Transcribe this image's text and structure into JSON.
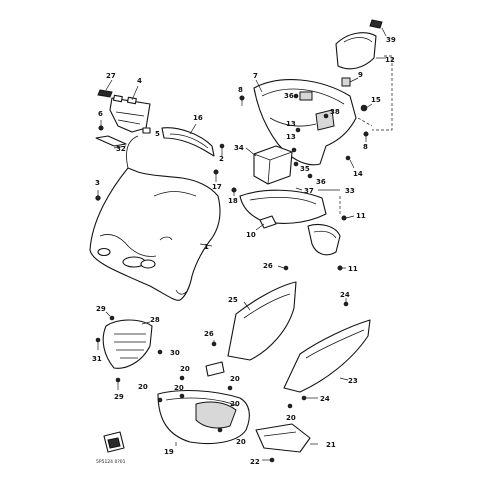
{
  "diagram_code": "5P5124 0?01",
  "callouts": [
    {
      "id": "c1",
      "text": "1"
    },
    {
      "id": "c2",
      "text": "2"
    },
    {
      "id": "c3",
      "text": "3"
    },
    {
      "id": "c4",
      "text": "4"
    },
    {
      "id": "c5",
      "text": "5"
    },
    {
      "id": "c6",
      "text": "6"
    },
    {
      "id": "c7",
      "text": "7"
    },
    {
      "id": "c8a",
      "text": "8"
    },
    {
      "id": "c8b",
      "text": "8"
    },
    {
      "id": "c9",
      "text": "9"
    },
    {
      "id": "c10",
      "text": "10"
    },
    {
      "id": "c11a",
      "text": "11"
    },
    {
      "id": "c11b",
      "text": "11"
    },
    {
      "id": "c12",
      "text": "12"
    },
    {
      "id": "c13a",
      "text": "13"
    },
    {
      "id": "c13b",
      "text": "13"
    },
    {
      "id": "c14",
      "text": "14"
    },
    {
      "id": "c15",
      "text": "15"
    },
    {
      "id": "c16",
      "text": "16"
    },
    {
      "id": "c17",
      "text": "17"
    },
    {
      "id": "c18",
      "text": "18"
    },
    {
      "id": "c19",
      "text": "19"
    },
    {
      "id": "c20a",
      "text": "20"
    },
    {
      "id": "c20b",
      "text": "20"
    },
    {
      "id": "c20c",
      "text": "20"
    },
    {
      "id": "c20d",
      "text": "20"
    },
    {
      "id": "c20e",
      "text": "20"
    },
    {
      "id": "c20f",
      "text": "20"
    },
    {
      "id": "c20g",
      "text": "20"
    },
    {
      "id": "c21",
      "text": "21"
    },
    {
      "id": "c22",
      "text": "22"
    },
    {
      "id": "c23",
      "text": "23"
    },
    {
      "id": "c24a",
      "text": "24"
    },
    {
      "id": "c24b",
      "text": "24"
    },
    {
      "id": "c25",
      "text": "25"
    },
    {
      "id": "c26a",
      "text": "26"
    },
    {
      "id": "c26b",
      "text": "26"
    },
    {
      "id": "c27",
      "text": "27"
    },
    {
      "id": "c28",
      "text": "28"
    },
    {
      "id": "c29a",
      "text": "29"
    },
    {
      "id": "c29b",
      "text": "29"
    },
    {
      "id": "c30",
      "text": "30"
    },
    {
      "id": "c31",
      "text": "31"
    },
    {
      "id": "c32",
      "text": "32"
    },
    {
      "id": "c33",
      "text": "33"
    },
    {
      "id": "c34",
      "text": "34"
    },
    {
      "id": "c35",
      "text": "35"
    },
    {
      "id": "c36a",
      "text": "36"
    },
    {
      "id": "c36b",
      "text": "36"
    },
    {
      "id": "c37",
      "text": "37"
    },
    {
      "id": "c38",
      "text": "38"
    },
    {
      "id": "c39",
      "text": "39"
    }
  ]
}
